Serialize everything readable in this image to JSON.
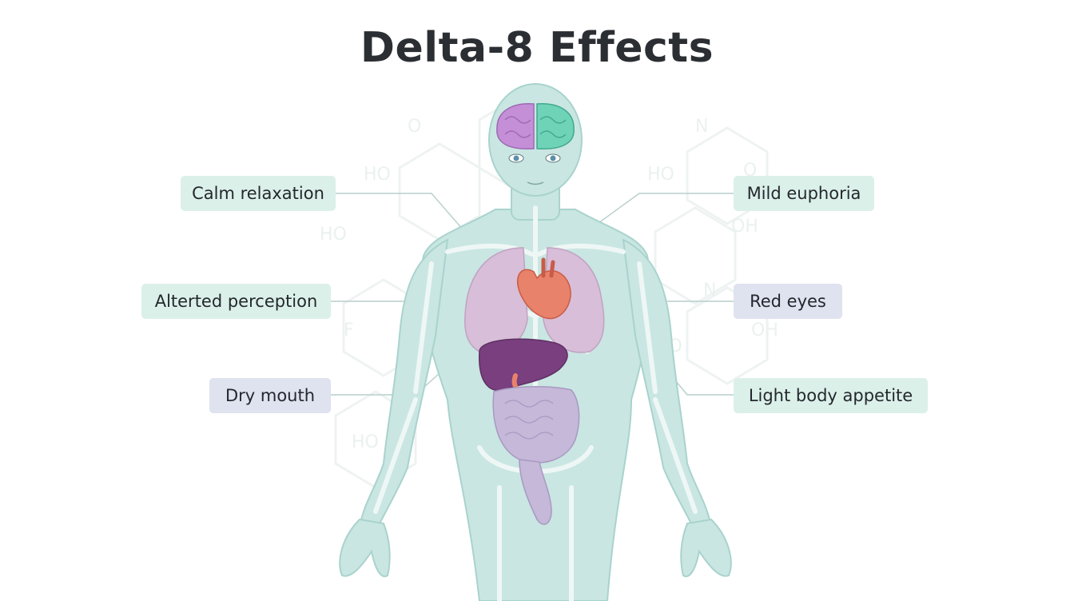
{
  "title": "Delta-8 Effects",
  "labels": [
    {
      "id": "calm-relaxation",
      "text": "Calm relaxation",
      "side": "left",
      "style": "green"
    },
    {
      "id": "altered-perception",
      "text": "Alterted perception",
      "side": "left",
      "style": "green"
    },
    {
      "id": "dry-mouth",
      "text": "Dry mouth",
      "side": "left",
      "style": "lavender"
    },
    {
      "id": "mild-euphoria",
      "text": "Mild euphoria",
      "side": "right",
      "style": "green"
    },
    {
      "id": "red-eyes",
      "text": "Red eyes",
      "side": "right",
      "style": "lavender"
    },
    {
      "id": "light-body-appetite",
      "text": "Light body appetite",
      "side": "right",
      "style": "green"
    }
  ],
  "colors": {
    "body": "#c9e6e2",
    "body_outline": "#a9d3cd",
    "skeleton": "#eef7f5",
    "brain_left": "#c48fd6",
    "brain_right": "#6fd3b8",
    "lungs": "#d8bed8",
    "heart": "#e8826a",
    "liver": "#7a3f7f",
    "intestines": "#c5b8d8",
    "label_green": "#dcf0ea",
    "label_lavender": "#dfe2ef"
  }
}
